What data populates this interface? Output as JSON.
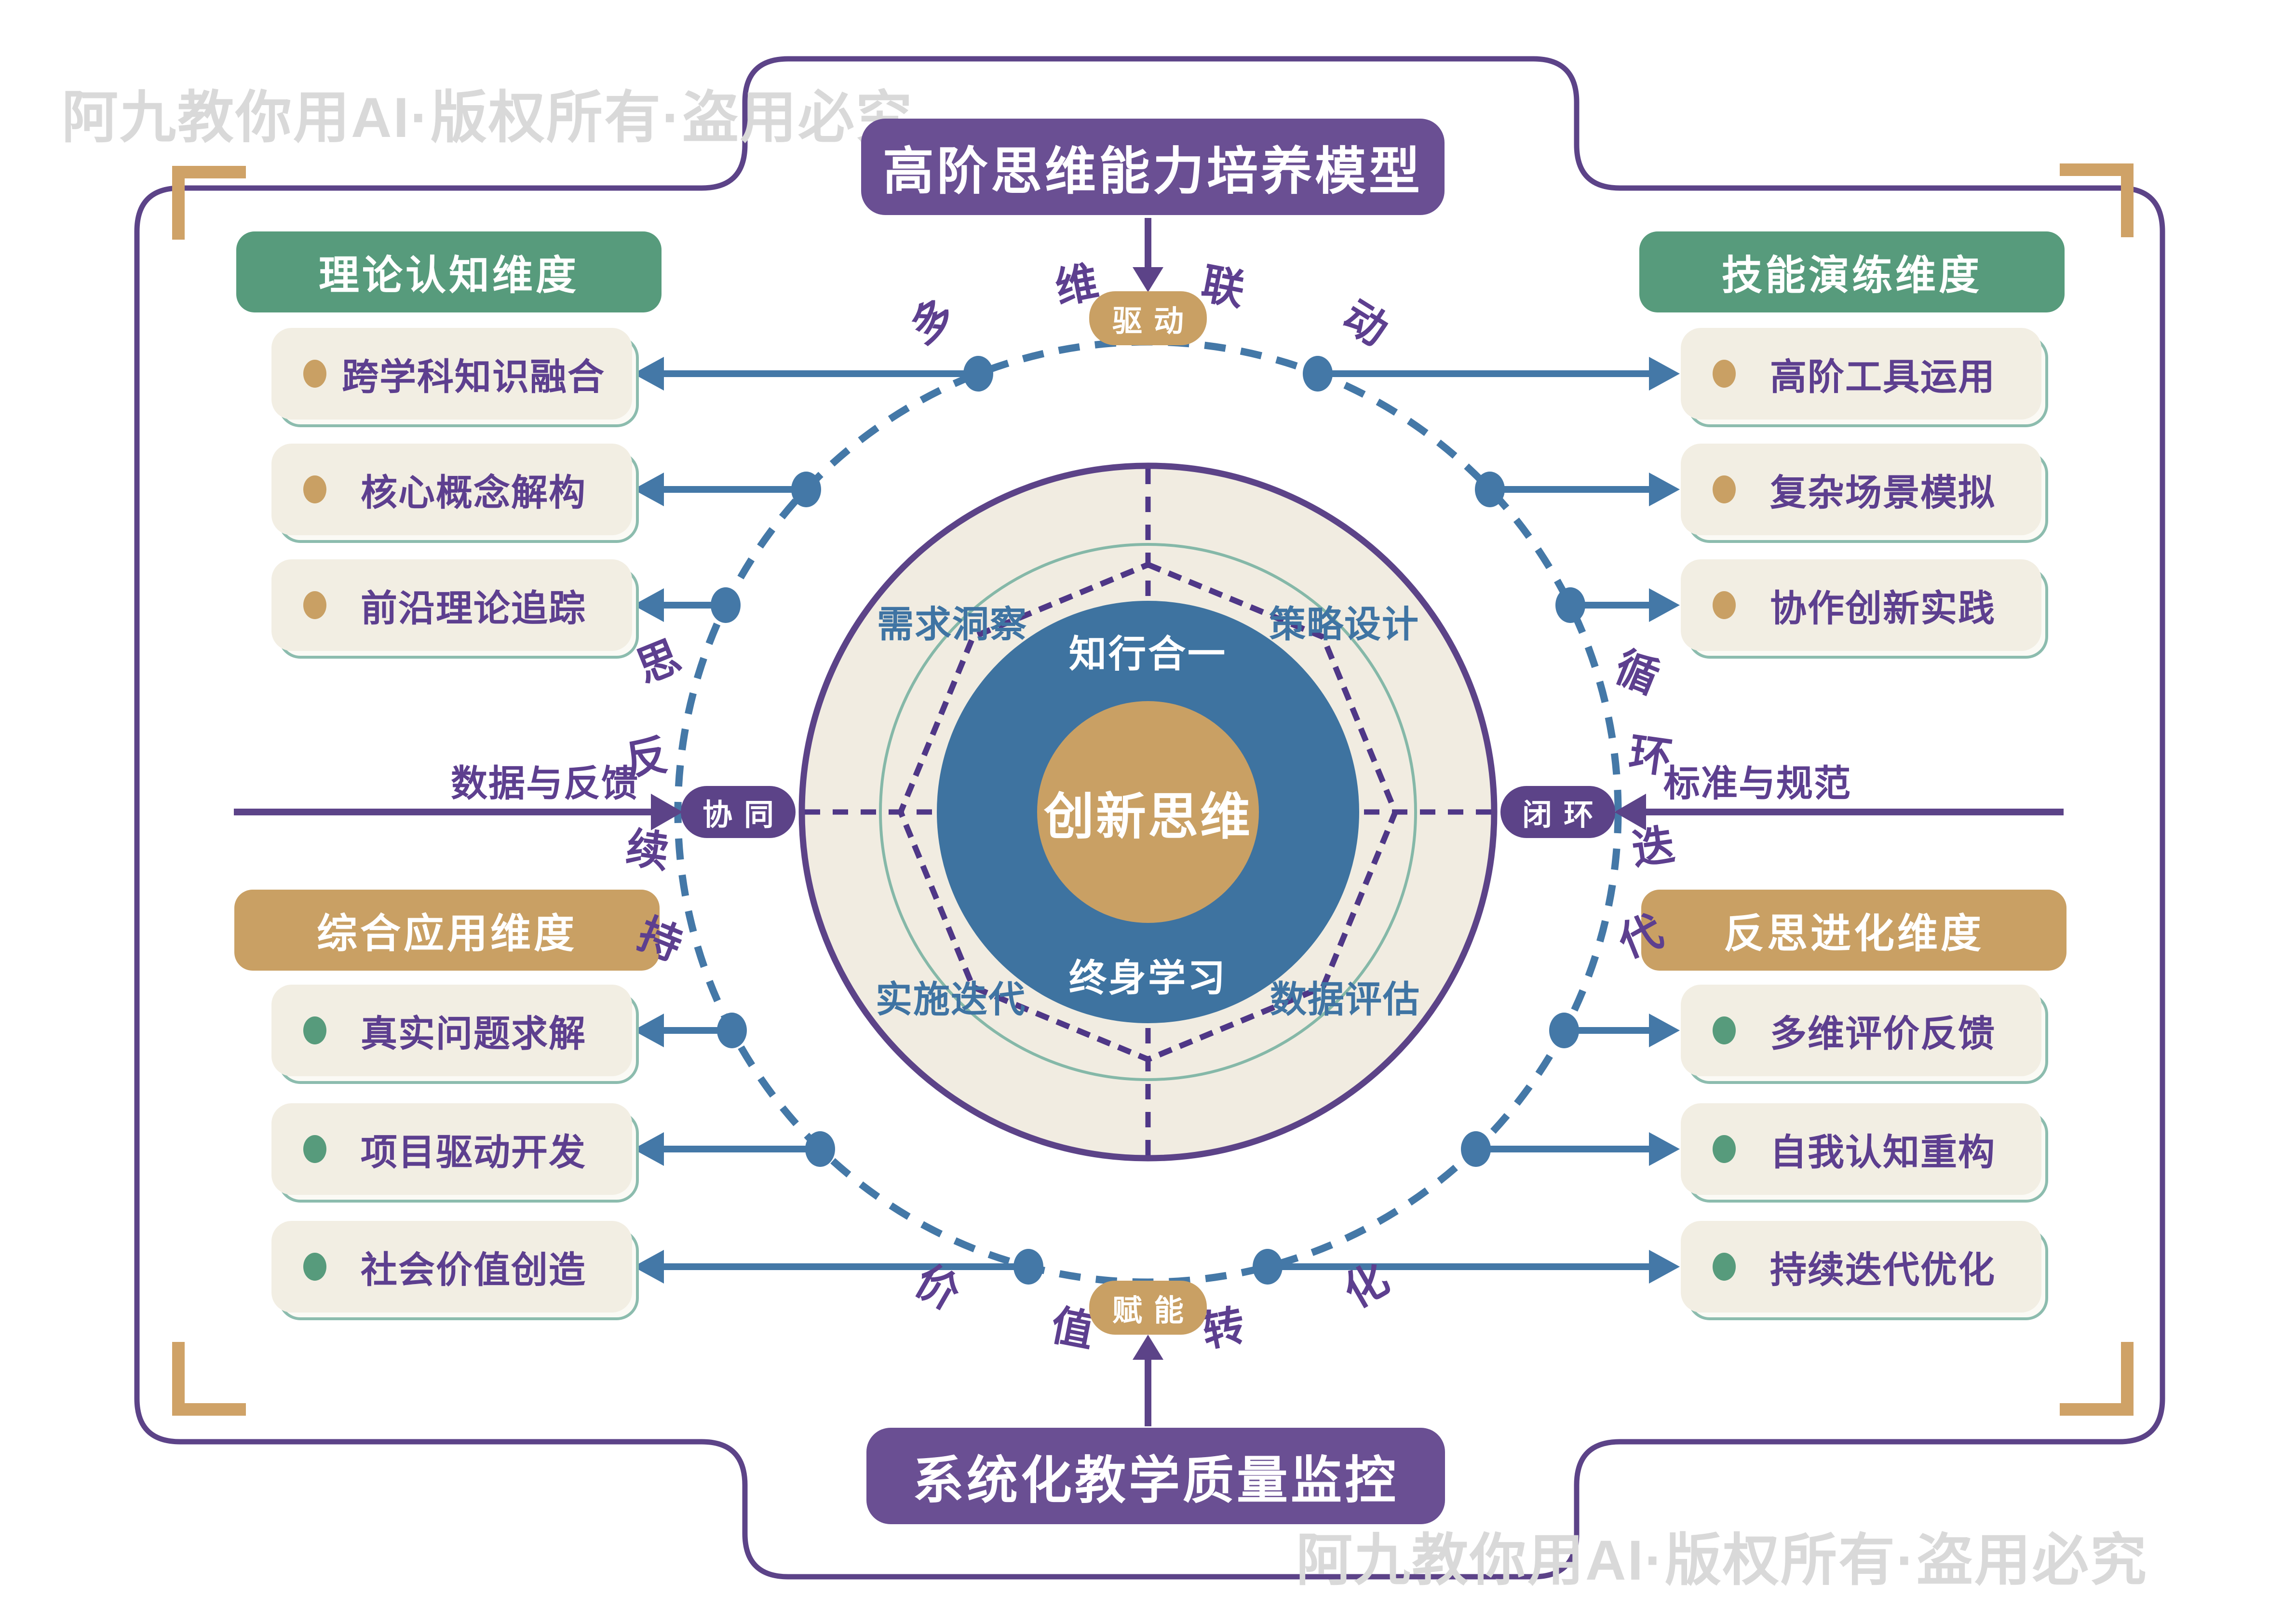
{
  "title": "高阶思维能力培养模型",
  "bottom_banner": "系统化教学质量监控",
  "watermark": {
    "text": "阿九教你用AI·版权所有·盗用必究"
  },
  "center": {
    "core": "创新思维",
    "inner_top": "知行合一",
    "inner_bottom": "终身学习",
    "quadrants": {
      "top_left": "需求洞察",
      "top_right": "策略设计",
      "bottom_left": "实施迭代",
      "bottom_right": "数据评估"
    }
  },
  "ovals": {
    "top": "驱动",
    "bottom": "赋能",
    "left": "协同",
    "right": "闭环"
  },
  "arc_words": {
    "top": [
      "多",
      "维",
      "联",
      "动"
    ],
    "bottom": [
      "价",
      "值",
      "转",
      "化"
    ],
    "left": [
      "思",
      "反",
      "续",
      "持"
    ],
    "right": [
      "循",
      "环",
      "迭",
      "代"
    ]
  },
  "side_lines": {
    "left_label": "数据与反馈",
    "right_label": "标准与规范"
  },
  "sections": {
    "theory": {
      "header": "理论认知维度",
      "items": [
        "跨学科知识融合",
        "核心概念解构",
        "前沿理论追踪"
      ]
    },
    "skills": {
      "header": "技能演练维度",
      "items": [
        "高阶工具运用",
        "复杂场景模拟",
        "协作创新实践"
      ]
    },
    "application": {
      "header": "综合应用维度",
      "items": [
        "真实问题求解",
        "项目驱动开发",
        "社会价值创造"
      ]
    },
    "reflection": {
      "header": "反思进化维度",
      "items": [
        "多维评价反馈",
        "自我认知重构",
        "持续迭代优化"
      ]
    }
  },
  "colors": {
    "purple_banner": "#6a4f93",
    "purple_line": "#5c4388",
    "purple_text": "#5d3f8f",
    "green": "#579b7c",
    "tan": "#c9a064",
    "cream": "#f1ece1",
    "teal_border": "#8cbcae",
    "blue": "#4478a7",
    "blue_circle": "#3e73a0",
    "gold_bracket": "#cfa267",
    "watermark_gray": "#d9d9d9"
  }
}
